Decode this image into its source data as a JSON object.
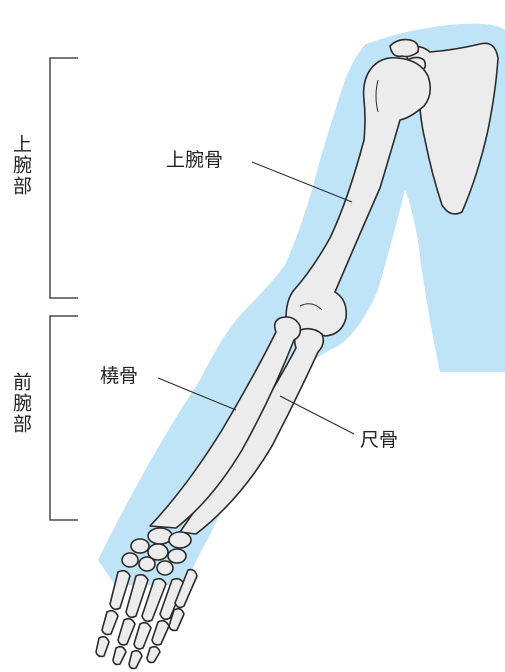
{
  "labels": {
    "upper_arm": "上腕",
    "upper_arm_suffix": "部",
    "forearm": "前腕",
    "forearm_suffix": "部",
    "humerus": "上腕骨",
    "radius": "橈骨",
    "ulna": "尺骨"
  },
  "colors": {
    "skin": "#bfe3f7",
    "bone_fill": "#ececec",
    "outline": "#2b2b2b"
  }
}
